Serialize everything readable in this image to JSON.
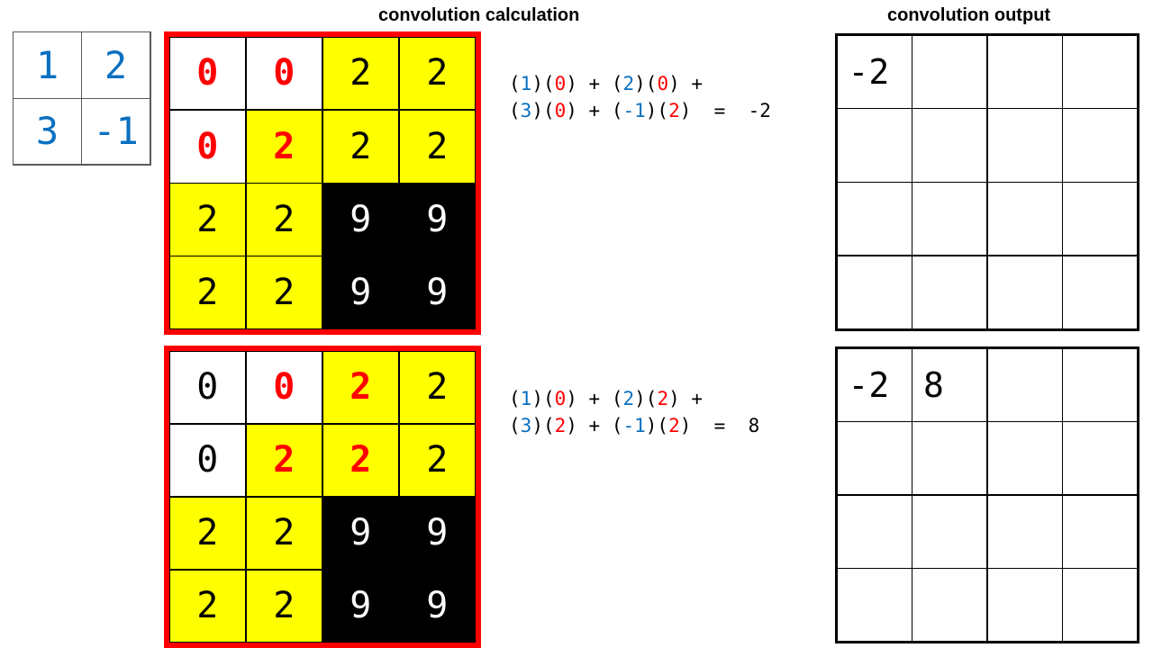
{
  "titles": {
    "calculation": "convolution calculation",
    "output": "convolution output"
  },
  "colors": {
    "kernel_blue": "#0a70c0",
    "highlight_red": "#ff0000",
    "receptive_field_yellow": "#ffff00",
    "dark_region_black": "#000000",
    "text_black": "#000000",
    "text_white": "#ffffff"
  },
  "kernel": {
    "rows": 2,
    "cols": 2,
    "values": [
      "1",
      "2",
      "3",
      "-1"
    ]
  },
  "input_grids": [
    {
      "rows": 4,
      "cols": 4,
      "cells": [
        {
          "value": "0",
          "bg": "white",
          "fg": "red"
        },
        {
          "value": "0",
          "bg": "white",
          "fg": "red"
        },
        {
          "value": "2",
          "bg": "yellow",
          "fg": "black"
        },
        {
          "value": "2",
          "bg": "yellow",
          "fg": "black"
        },
        {
          "value": "0",
          "bg": "white",
          "fg": "red"
        },
        {
          "value": "2",
          "bg": "yellow",
          "fg": "red"
        },
        {
          "value": "2",
          "bg": "yellow",
          "fg": "black"
        },
        {
          "value": "2",
          "bg": "yellow",
          "fg": "black"
        },
        {
          "value": "2",
          "bg": "yellow",
          "fg": "black"
        },
        {
          "value": "2",
          "bg": "yellow",
          "fg": "black"
        },
        {
          "value": "9",
          "bg": "black",
          "fg": "white"
        },
        {
          "value": "9",
          "bg": "black",
          "fg": "white"
        },
        {
          "value": "2",
          "bg": "yellow",
          "fg": "black"
        },
        {
          "value": "2",
          "bg": "yellow",
          "fg": "black"
        },
        {
          "value": "9",
          "bg": "black",
          "fg": "white"
        },
        {
          "value": "9",
          "bg": "black",
          "fg": "white"
        }
      ]
    },
    {
      "rows": 4,
      "cols": 4,
      "cells": [
        {
          "value": "0",
          "bg": "white",
          "fg": "black"
        },
        {
          "value": "0",
          "bg": "white",
          "fg": "red"
        },
        {
          "value": "2",
          "bg": "yellow",
          "fg": "red"
        },
        {
          "value": "2",
          "bg": "yellow",
          "fg": "black"
        },
        {
          "value": "0",
          "bg": "white",
          "fg": "black"
        },
        {
          "value": "2",
          "bg": "yellow",
          "fg": "red"
        },
        {
          "value": "2",
          "bg": "yellow",
          "fg": "red"
        },
        {
          "value": "2",
          "bg": "yellow",
          "fg": "black"
        },
        {
          "value": "2",
          "bg": "yellow",
          "fg": "black"
        },
        {
          "value": "2",
          "bg": "yellow",
          "fg": "black"
        },
        {
          "value": "9",
          "bg": "black",
          "fg": "white"
        },
        {
          "value": "9",
          "bg": "black",
          "fg": "white"
        },
        {
          "value": "2",
          "bg": "yellow",
          "fg": "black"
        },
        {
          "value": "2",
          "bg": "yellow",
          "fg": "black"
        },
        {
          "value": "9",
          "bg": "black",
          "fg": "white"
        },
        {
          "value": "9",
          "bg": "black",
          "fg": "white"
        }
      ]
    }
  ],
  "formulas": [
    {
      "line1": [
        {
          "t": "(",
          "c": "op"
        },
        {
          "t": "1",
          "c": "kv"
        },
        {
          "t": ")(",
          "c": "op"
        },
        {
          "t": "0",
          "c": "iv"
        },
        {
          "t": ") + (",
          "c": "op"
        },
        {
          "t": "2",
          "c": "kv"
        },
        {
          "t": ")(",
          "c": "op"
        },
        {
          "t": "0",
          "c": "iv"
        },
        {
          "t": ") +",
          "c": "op"
        }
      ],
      "line2": [
        {
          "t": "(",
          "c": "op"
        },
        {
          "t": "3",
          "c": "kv"
        },
        {
          "t": ")(",
          "c": "op"
        },
        {
          "t": "0",
          "c": "iv"
        },
        {
          "t": ") + (",
          "c": "op"
        },
        {
          "t": "-1",
          "c": "kv"
        },
        {
          "t": ")(",
          "c": "op"
        },
        {
          "t": "2",
          "c": "iv"
        },
        {
          "t": ")  =  -2",
          "c": "op"
        }
      ],
      "result": "-2"
    },
    {
      "line1": [
        {
          "t": "(",
          "c": "op"
        },
        {
          "t": "1",
          "c": "kv"
        },
        {
          "t": ")(",
          "c": "op"
        },
        {
          "t": "0",
          "c": "iv"
        },
        {
          "t": ") + (",
          "c": "op"
        },
        {
          "t": "2",
          "c": "kv"
        },
        {
          "t": ")(",
          "c": "op"
        },
        {
          "t": "2",
          "c": "iv"
        },
        {
          "t": ") +",
          "c": "op"
        }
      ],
      "line2": [
        {
          "t": "(",
          "c": "op"
        },
        {
          "t": "3",
          "c": "kv"
        },
        {
          "t": ")(",
          "c": "op"
        },
        {
          "t": "2",
          "c": "iv"
        },
        {
          "t": ") + (",
          "c": "op"
        },
        {
          "t": "-1",
          "c": "kv"
        },
        {
          "t": ")(",
          "c": "op"
        },
        {
          "t": "2",
          "c": "iv"
        },
        {
          "t": ")  =  8",
          "c": "op"
        }
      ],
      "result": "8"
    }
  ],
  "output_grids": [
    {
      "rows": 4,
      "cols": 4,
      "values": [
        "-2",
        "",
        "",
        "",
        "",
        "",
        "",
        "",
        "",
        "",
        "",
        "",
        "",
        "",
        "",
        ""
      ]
    },
    {
      "rows": 4,
      "cols": 4,
      "values": [
        "-2",
        "8",
        "",
        "",
        "",
        "",
        "",
        "",
        "",
        "",
        "",
        "",
        "",
        "",
        "",
        ""
      ]
    }
  ]
}
